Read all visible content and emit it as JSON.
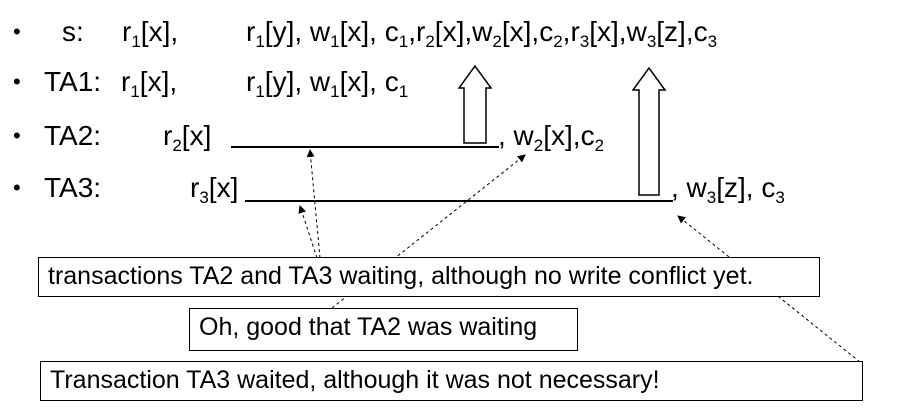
{
  "rows": [
    {
      "bullet": "•",
      "label": "s:",
      "first": [
        [
          "r",
          "1",
          "[x],"
        ]
      ],
      "rest": [
        [
          "r",
          "1",
          "[y], "
        ],
        [
          "w",
          "1",
          "[x], "
        ],
        [
          "c",
          "1",
          ","
        ],
        [
          "r",
          "2",
          "[x],"
        ],
        [
          "w",
          "2",
          "[x],"
        ],
        [
          "c",
          "2",
          ","
        ],
        [
          "r",
          "3",
          "[x],"
        ],
        [
          "w",
          "3",
          "[z],"
        ],
        [
          "c",
          "3",
          ""
        ]
      ]
    },
    {
      "bullet": "•",
      "label": "TA1:",
      "first": [
        [
          "r",
          "1",
          "[x],"
        ]
      ],
      "rest": [
        [
          "r",
          "1",
          "[y], "
        ],
        [
          "w",
          "1",
          "[x], "
        ],
        [
          "c",
          "1",
          ""
        ]
      ]
    },
    {
      "bullet": "•",
      "label": "TA2:",
      "first": [
        [
          "r",
          "2",
          "[x]"
        ]
      ],
      "rest": [
        [
          ", w",
          "2",
          "[x],"
        ],
        [
          "c",
          "2",
          ""
        ]
      ]
    },
    {
      "bullet": "•",
      "label": "TA3:",
      "first": [
        [
          "r",
          "3",
          "[x]"
        ]
      ],
      "rest": [
        [
          ", w",
          "3",
          "[z], "
        ],
        [
          "c",
          "3",
          ""
        ]
      ]
    }
  ],
  "callouts": {
    "waiting": "transactions TA2 and TA3 waiting, although no write conflict yet.",
    "good": "Oh, good that TA2 was waiting",
    "unnecessary": "Transaction TA3 waited, although it was not necessary!"
  }
}
